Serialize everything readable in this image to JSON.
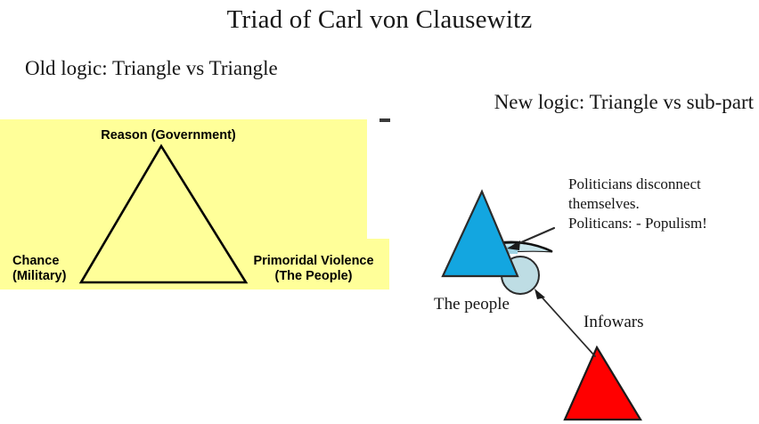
{
  "slide": {
    "background_color": "#ffffff",
    "title": "Triad of Carl von Clausewitz"
  },
  "left_panel": {
    "heading": "Old logic: Triangle vs Triangle",
    "panel_color": "#ffff99",
    "triangle": {
      "stroke_color": "#000000",
      "fill": "none",
      "apex_label": "Reason (Government)",
      "left_label": "Chance\n(Military)",
      "left_label_line1": "Chance",
      "left_label_line2": "(Military)",
      "right_label_line1": "Primoridal Violence",
      "right_label_line2": "(The People)"
    }
  },
  "right_panel": {
    "heading": "New logic: Triangle vs sub-part",
    "annotation": "Politicians disconnect themselves.\nPoliticans: - Populism!",
    "annotation_line1": "Politicians disconnect",
    "annotation_line2": "themselves.",
    "annotation_line3": "Politicans: - Populism!",
    "people_label": "The people",
    "infowars_label": "Infowars",
    "shapes": {
      "blue_triangle_color": "#13a6e0",
      "blue_triangle_stroke": "#2b2b2b",
      "circle_color": "#bedde4",
      "circle_stroke": "#2b2b2b",
      "sliver_color": "#c9e6ec",
      "sliver_stroke": "#1b1b1b",
      "red_triangle_color": "#ff0000",
      "red_triangle_stroke": "#1b1b1b",
      "arrow_color": "#2b2b2b"
    }
  },
  "chart_data": {
    "type": "diagram",
    "title": "Triad of Carl von Clausewitz",
    "panels": [
      {
        "name": "Old logic: Triangle vs Triangle",
        "background": "#ffff99",
        "nodes": [
          {
            "label": "Reason (Government)",
            "position": "apex"
          },
          {
            "label": "Chance (Military)",
            "position": "bottom-left"
          },
          {
            "label": "Primoridal Violence (The People)",
            "position": "bottom-right"
          }
        ]
      },
      {
        "name": "New logic: Triangle vs sub-part",
        "background": "#ffffff",
        "nodes": [
          {
            "label": "The people",
            "shape": "circle",
            "color": "#bedde4"
          },
          {
            "label": "Infowars",
            "shape": "triangle",
            "color": "#ff0000"
          },
          {
            "label": "",
            "shape": "triangle",
            "color": "#13a6e0"
          }
        ],
        "annotations": [
          {
            "text": "Politicians disconnect themselves. Politicans: - Populism!",
            "points_to": "sliver"
          },
          {
            "text": "Infowars",
            "points_to": "The people"
          }
        ]
      }
    ]
  }
}
